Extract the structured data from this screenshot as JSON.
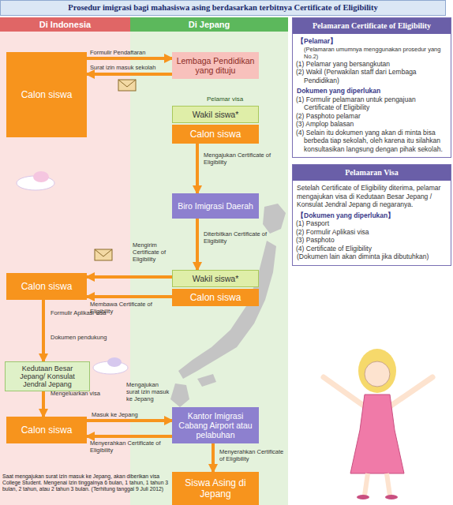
{
  "diagram": {
    "title": "Prosedur imigrasi bagi mahasiswa asing berdasarkan terbitnya Certificate of Eligibility",
    "nodes": [
      {
        "text": [
          "Di Indonesia"
        ]
      },
      {
        "text": [
          "Di Jepang"
        ]
      },
      {
        "text": [
          "Calon siswa"
        ]
      },
      {
        "text": [
          "Lembaga Pendidikan yang dituju"
        ]
      },
      {
        "text": [
          "Wakil siswa*"
        ]
      },
      {
        "text": [
          "Calon siswa"
        ]
      },
      {
        "text": [
          "Biro Imigrasi Daerah"
        ]
      },
      {
        "text": [
          "Wakil siswa*"
        ]
      },
      {
        "text": [
          "Calon siswa"
        ]
      },
      {
        "text": [
          "Calon siswa"
        ]
      },
      {
        "text": [
          "Kedutaan Besar Jepang/ Konsulat Jendral Jepang"
        ]
      },
      {
        "text": [
          "Calon siswa"
        ]
      },
      {
        "text": [
          "Kantor Imigrasi Cabang Airport atau pelabuhan"
        ]
      },
      {
        "text": [
          "Siswa Asing di Jepang"
        ]
      },
      {
        "text": [
          "Pelamaran Certificate of Eligibility",
          "【Pelamar】",
          "(Pelamaran umumnya menggunakan prosedur yang No.2)",
          "(1) Pelamar yang bersangkutan",
          "(2) Wakil (Perwakilan staff dari Lembaga Pendidikan)",
          "Dokumen yang diperlukan",
          "(1) Formulir pelamaran untuk pengajuan Certificate of Eligibility",
          "(2) Pasphoto pelamar",
          "(3) Amplop balasan",
          "(4) Selain itu dokumen yang akan di minta bisa berbeda tiap sekolah, oleh karena itu silahkan konsultasikan langsung dengan pihak sekolah."
        ]
      },
      {
        "text": [
          "Pelamaran Visa",
          "Setelah Certificate of Eligibility diterima, pelamar mengajukan visa di Kedutaan Besar Jepang / Konsulat Jendral Jepang di negaranya.",
          "【Dokumen yang diperlukan】",
          "(1) Pasport",
          "(2) Formulir Aplikasi visa",
          "(3) Pasphoto",
          "(4) Certificate of Eligibility",
          "(Dokumen lain akan diminta jika dibutuhkan)"
        ]
      }
    ],
    "edges": [
      {
        "from": 2,
        "to": 3,
        "label": "Formulir Pendaftaran",
        "arrow": "to"
      },
      {
        "from": 3,
        "to": 2,
        "label": "Surat izin masuk sekolah",
        "arrow": "to"
      },
      {
        "from": 5,
        "to": 6,
        "label": "Mengajukan Certificate of Eligibility",
        "arrow": "to"
      },
      {
        "from": 6,
        "to": 7,
        "label": "Diterbitkan Certificate of Eligibility",
        "arrow": "to"
      },
      {
        "from": 7,
        "to": 9,
        "label": "Mengirim Certificate of Eligibility",
        "arrow": "to"
      },
      {
        "from": 8,
        "to": 9,
        "label": "Membawa Certificate of Eligibility",
        "arrow": "to"
      },
      {
        "from": 9,
        "to": 10,
        "label": "Formulir Aplikasi visa",
        "arrow": "to"
      },
      {
        "from": 10,
        "to": 11,
        "label": "Mengeluarkan visa",
        "arrow": "to"
      },
      {
        "from": 11,
        "to": 12,
        "label": "Masuk ke Jepang",
        "arrow": "to"
      },
      {
        "from": 12,
        "to": 11,
        "label": "Menyerahkan Certificate of Eligibility",
        "arrow": "to"
      },
      {
        "from": 12,
        "to": 13,
        "label": "Menyerahkan Certificate of Eligibility",
        "arrow": "to"
      }
    ],
    "labels": [
      "Pelamar visa",
      "Dokumen pendukung",
      "Mengajukan surat izin masuk ke Jepang",
      "Saat mengajukan surat izin masuk ke Jepang, akan diberikan visa College Student. Mengenai Izin tinggalnya 6 bulan, 1 tahun, 1 tahun 3 bulan, 2 tahun, atau 2 tahun 3 bulan. (Terhitung tanggal 9 Juli 2012)"
    ]
  }
}
